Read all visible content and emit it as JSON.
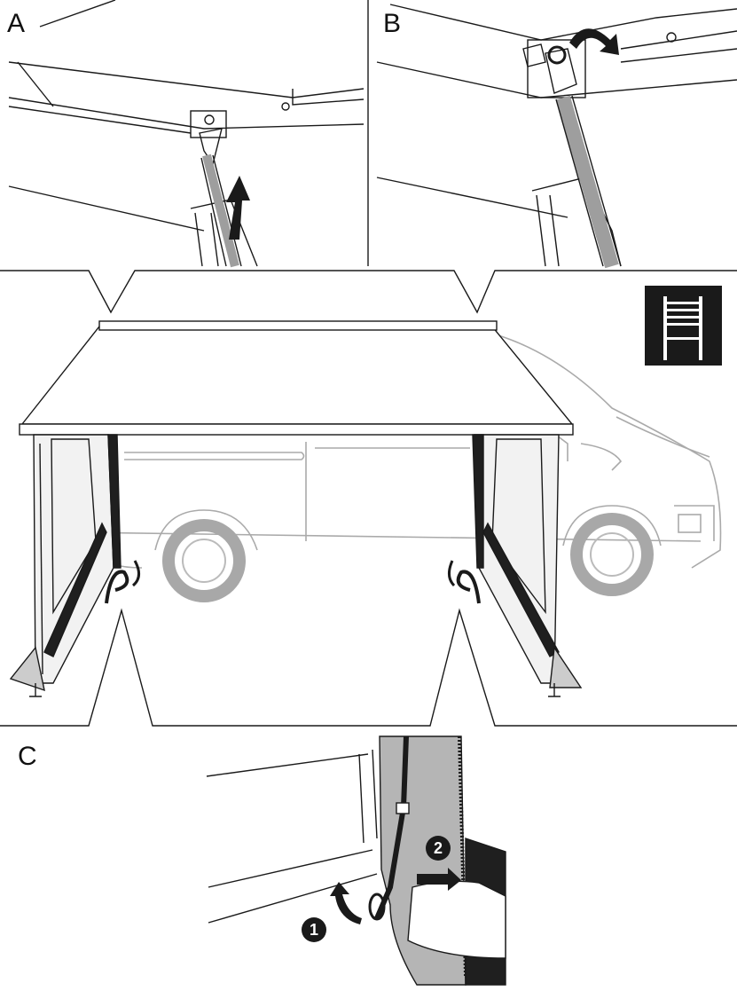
{
  "panels": {
    "a": {
      "label": "A"
    },
    "b": {
      "label": "B"
    },
    "c": {
      "label": "C"
    }
  },
  "steps": {
    "one": "1",
    "two": "2"
  },
  "icons": {
    "tool": "ladder-icon",
    "direction_a": "arrow-up-icon",
    "direction_b": "curved-arrow-icon",
    "direction_c1": "curved-arrow-icon",
    "direction_c2": "arrow-right-icon"
  },
  "colors": {
    "line": "#1a1a1a",
    "wheel": "#a8a8a8",
    "strap": "#9e9e9e",
    "dark_fabric": "#1f1f1f",
    "panel_grey": "#b5b5b5",
    "ladder_box": "#1a1a1a"
  }
}
